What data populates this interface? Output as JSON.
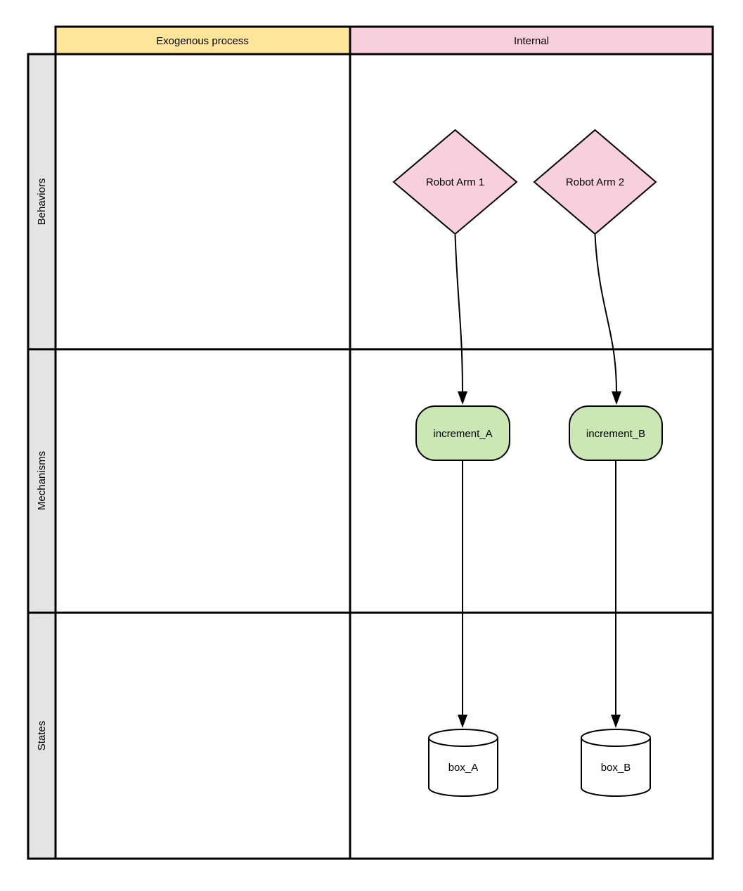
{
  "swimlane": {
    "columns": [
      {
        "label": "Exogenous process",
        "fill": "#ffe599"
      },
      {
        "label": "Internal",
        "fill": "#f8cfdc"
      }
    ],
    "lanes": [
      {
        "label": "Behaviors"
      },
      {
        "label": "Mechanisms"
      },
      {
        "label": "States"
      }
    ],
    "lane_fill": "#e4e4e4"
  },
  "nodes": [
    {
      "id": "robot-arm-1",
      "shape": "diamond",
      "label": "Robot Arm 1",
      "lane": "Behaviors",
      "column": "Internal",
      "fill": "#f8cfdc"
    },
    {
      "id": "robot-arm-2",
      "shape": "diamond",
      "label": "Robot Arm 2",
      "lane": "Behaviors",
      "column": "Internal",
      "fill": "#f8cfdc"
    },
    {
      "id": "increment-a",
      "shape": "rounded-rect",
      "label": "increment_A",
      "lane": "Mechanisms",
      "column": "Internal",
      "fill": "#cbe7b4"
    },
    {
      "id": "increment-b",
      "shape": "rounded-rect",
      "label": "increment_B",
      "lane": "Mechanisms",
      "column": "Internal",
      "fill": "#cbe7b4"
    },
    {
      "id": "box-a",
      "shape": "cylinder",
      "label": "box_A",
      "lane": "States",
      "column": "Internal",
      "fill": "#ffffff"
    },
    {
      "id": "box-b",
      "shape": "cylinder",
      "label": "box_B",
      "lane": "States",
      "column": "Internal",
      "fill": "#ffffff"
    }
  ],
  "edges": [
    {
      "from": "Robot Arm 1",
      "to": "increment_A"
    },
    {
      "from": "Robot Arm 2",
      "to": "increment_B"
    },
    {
      "from": "increment_A",
      "to": "box_A"
    },
    {
      "from": "increment_B",
      "to": "box_B"
    }
  ],
  "colors": {
    "stroke": "#000000",
    "background": "#ffffff"
  }
}
